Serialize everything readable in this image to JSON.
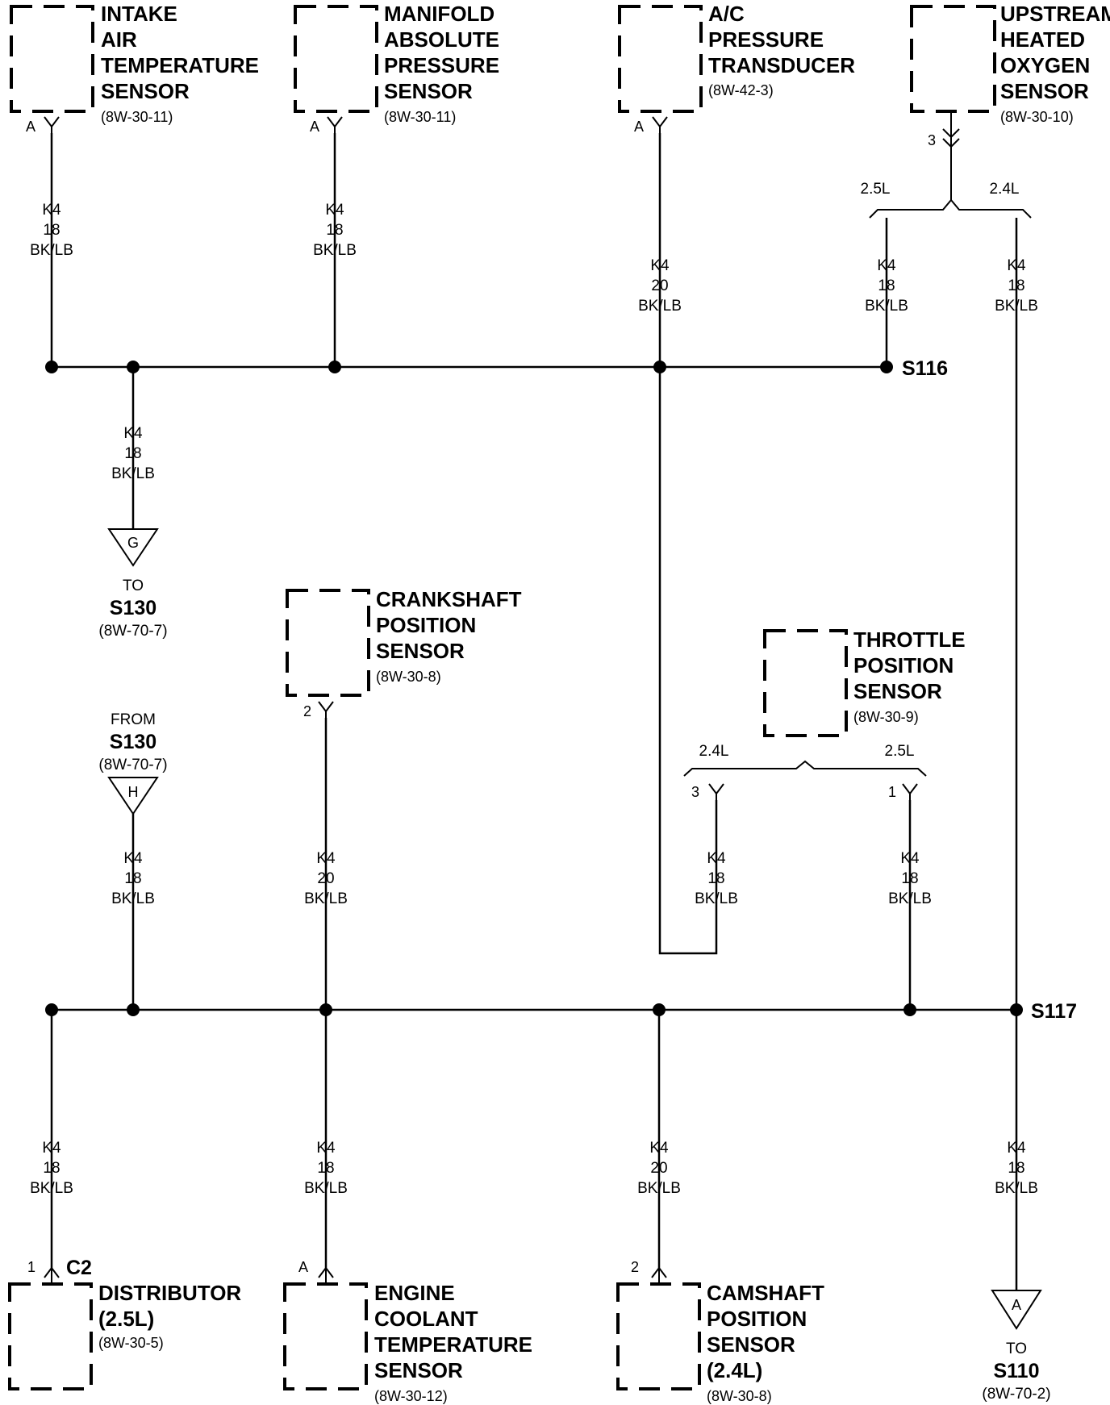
{
  "components": {
    "iat": {
      "lines": [
        "INTAKE",
        "AIR",
        "TEMPERATURE",
        "SENSOR"
      ],
      "ref": "(8W-30-11)",
      "pin": "A"
    },
    "map": {
      "lines": [
        "MANIFOLD",
        "ABSOLUTE",
        "PRESSURE",
        "SENSOR"
      ],
      "ref": "(8W-30-11)",
      "pin": "A"
    },
    "ac": {
      "lines": [
        "A/C",
        "PRESSURE",
        "TRANSDUCER"
      ],
      "ref": "(8W-42-3)",
      "pin": "A"
    },
    "o2": {
      "lines": [
        "UPSTREAM",
        "HEATED",
        "OXYGEN",
        "SENSOR"
      ],
      "ref": "(8W-30-10)",
      "pin": "3"
    },
    "ckp": {
      "lines": [
        "CRANKSHAFT",
        "POSITION",
        "SENSOR"
      ],
      "ref": "(8W-30-8)",
      "pin": "2"
    },
    "tps": {
      "lines": [
        "THROTTLE",
        "POSITION",
        "SENSOR"
      ],
      "ref": "(8W-30-9)",
      "pin_24": "3",
      "pin_25": "1"
    },
    "dist": {
      "lines": [
        "DISTRIBUTOR",
        "(2.5L)"
      ],
      "ref": "(8W-30-5)",
      "pin": "1",
      "connector": "C2"
    },
    "ect": {
      "lines": [
        "ENGINE",
        "COOLANT",
        "TEMPERATURE",
        "SENSOR"
      ],
      "ref": "(8W-30-12)",
      "pin": "A"
    },
    "cmp": {
      "lines": [
        "CAMSHAFT",
        "POSITION",
        "SENSOR",
        "(2.4L)"
      ],
      "ref": "(8W-30-8)",
      "pin": "2"
    }
  },
  "engine_labels": {
    "o2_left": "2.5L",
    "o2_right": "2.4L",
    "tps_left": "2.4L",
    "tps_right": "2.5L"
  },
  "wires": {
    "iat": [
      "K4",
      "18",
      "BK/LB"
    ],
    "map": [
      "K4",
      "18",
      "BK/LB"
    ],
    "ac": [
      "K4",
      "20",
      "BK/LB"
    ],
    "o2_25": [
      "K4",
      "18",
      "BK/LB"
    ],
    "o2_24": [
      "K4",
      "18",
      "BK/LB"
    ],
    "to_s130": [
      "K4",
      "18",
      "BK/LB"
    ],
    "from_s130": [
      "K4",
      "18",
      "BK/LB"
    ],
    "ckp": [
      "K4",
      "20",
      "BK/LB"
    ],
    "tps_24": [
      "K4",
      "18",
      "BK/LB"
    ],
    "tps_25": [
      "K4",
      "18",
      "BK/LB"
    ],
    "dist": [
      "K4",
      "18",
      "BK/LB"
    ],
    "ect": [
      "K4",
      "18",
      "BK/LB"
    ],
    "cmp": [
      "K4",
      "20",
      "BK/LB"
    ],
    "to_s110": [
      "K4",
      "18",
      "BK/LB"
    ]
  },
  "splices": {
    "s116": "S116",
    "s117": "S117"
  },
  "connectors": {
    "g": {
      "letter": "G",
      "dir": "TO",
      "splice": "S130",
      "ref": "(8W-70-7)"
    },
    "h": {
      "letter": "H",
      "dir": "FROM",
      "splice": "S130",
      "ref": "(8W-70-7)"
    },
    "a": {
      "letter": "A",
      "dir": "TO",
      "splice": "S110",
      "ref": "(8W-70-2)"
    }
  }
}
